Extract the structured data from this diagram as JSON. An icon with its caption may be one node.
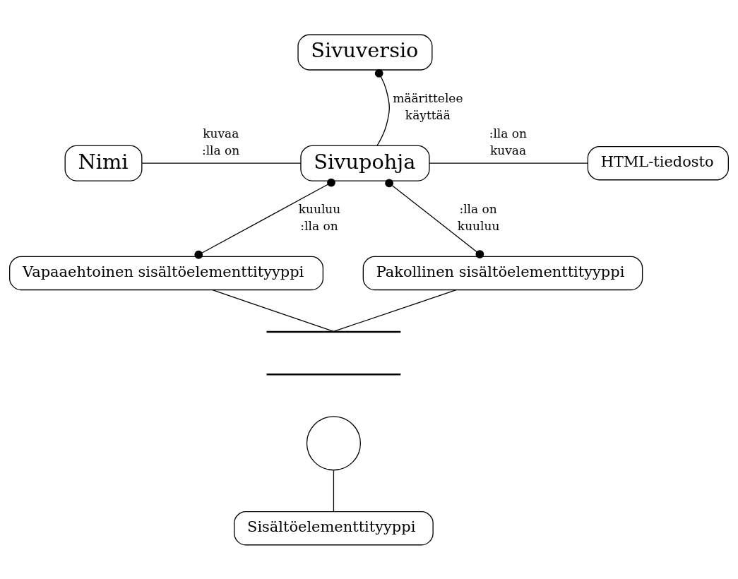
{
  "diagram": {
    "nodes": [
      {
        "text": [
          "Sivuversio"
        ]
      },
      {
        "text": [
          "Nimi"
        ]
      },
      {
        "text": [
          "Sivupohja"
        ]
      },
      {
        "text": [
          "HTML-tiedosto"
        ]
      },
      {
        "text": [
          "Vapaaehtoinen sisältöelementtityyppi"
        ]
      },
      {
        "text": [
          "Pakollinen sisältöelementtityyppi"
        ]
      },
      {
        "text": [],
        "shape": "bar"
      },
      {
        "text": [],
        "shape": "bar"
      },
      {
        "text": [],
        "shape": "circle"
      },
      {
        "text": [
          "Sisältöelementtityyppi"
        ]
      }
    ],
    "edges": [
      {
        "from": 2,
        "to": 0,
        "arrow": "other",
        "label": [
          "määrittelee",
          "käyttää"
        ]
      },
      {
        "from": 1,
        "to": 2,
        "arrow": "none",
        "label": [
          "kuvaa",
          ":lla on"
        ]
      },
      {
        "from": 2,
        "to": 3,
        "arrow": "none",
        "label": [
          ":lla on",
          "kuvaa"
        ]
      },
      {
        "from": 2,
        "to": 4,
        "arrow": "other",
        "label": [
          "kuuluu",
          ":lla on"
        ]
      },
      {
        "from": 2,
        "to": 5,
        "arrow": "other",
        "label": [
          ":lla on",
          "kuuluu"
        ]
      },
      {
        "from": 4,
        "to": 6,
        "arrow": "none"
      },
      {
        "from": 5,
        "to": 6,
        "arrow": "none"
      },
      {
        "from": 8,
        "to": 9,
        "arrow": "none"
      }
    ]
  }
}
